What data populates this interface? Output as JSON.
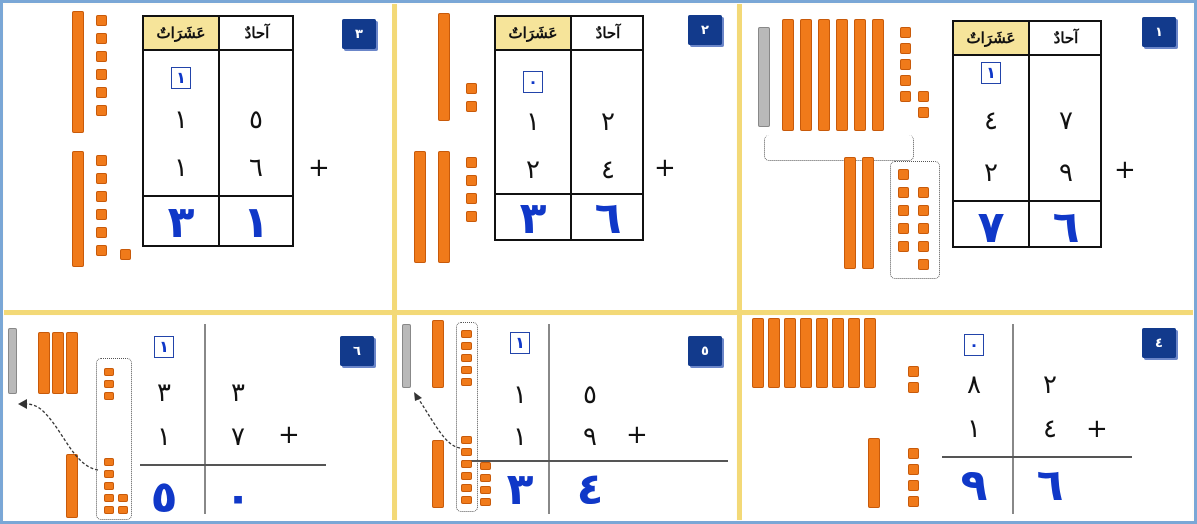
{
  "headers": {
    "ones": "آحادٌ",
    "tens": "عَشَرَاتٌ"
  },
  "panels": [
    {
      "num": "١",
      "carry": "١",
      "top": [
        "٤",
        "٧"
      ],
      "bottom": [
        "٢",
        "٩"
      ],
      "result": [
        "٧",
        "٦"
      ],
      "op": "+"
    },
    {
      "num": "٢",
      "carry": "٠",
      "top": [
        "١",
        "٢"
      ],
      "bottom": [
        "٢",
        "٤"
      ],
      "result": [
        "٣",
        "٦"
      ],
      "op": "+"
    },
    {
      "num": "٣",
      "carry": "١",
      "top": [
        "١",
        "٥"
      ],
      "bottom": [
        "١",
        "٦"
      ],
      "result": [
        "٣",
        "١"
      ],
      "op": "+"
    },
    {
      "num": "٤",
      "carry": "٠",
      "top": [
        "٨",
        "٢"
      ],
      "bottom": [
        "١",
        "٤"
      ],
      "result": [
        "٩",
        "٦"
      ],
      "op": "+"
    },
    {
      "num": "٥",
      "carry": "١",
      "top": [
        "١",
        "٥"
      ],
      "bottom": [
        "١",
        "٩"
      ],
      "result": [
        "٣",
        "٤"
      ],
      "op": "+"
    },
    {
      "num": "٦",
      "carry": "١",
      "top": [
        "٣",
        "٣"
      ],
      "bottom": [
        "١",
        "٧"
      ],
      "result": [
        "٥",
        "٠"
      ],
      "op": "+"
    }
  ],
  "colors": {
    "rod": "#f07a1a",
    "ink": "#1038c8",
    "badge": "#123a8c",
    "grid": "#f3d977"
  }
}
